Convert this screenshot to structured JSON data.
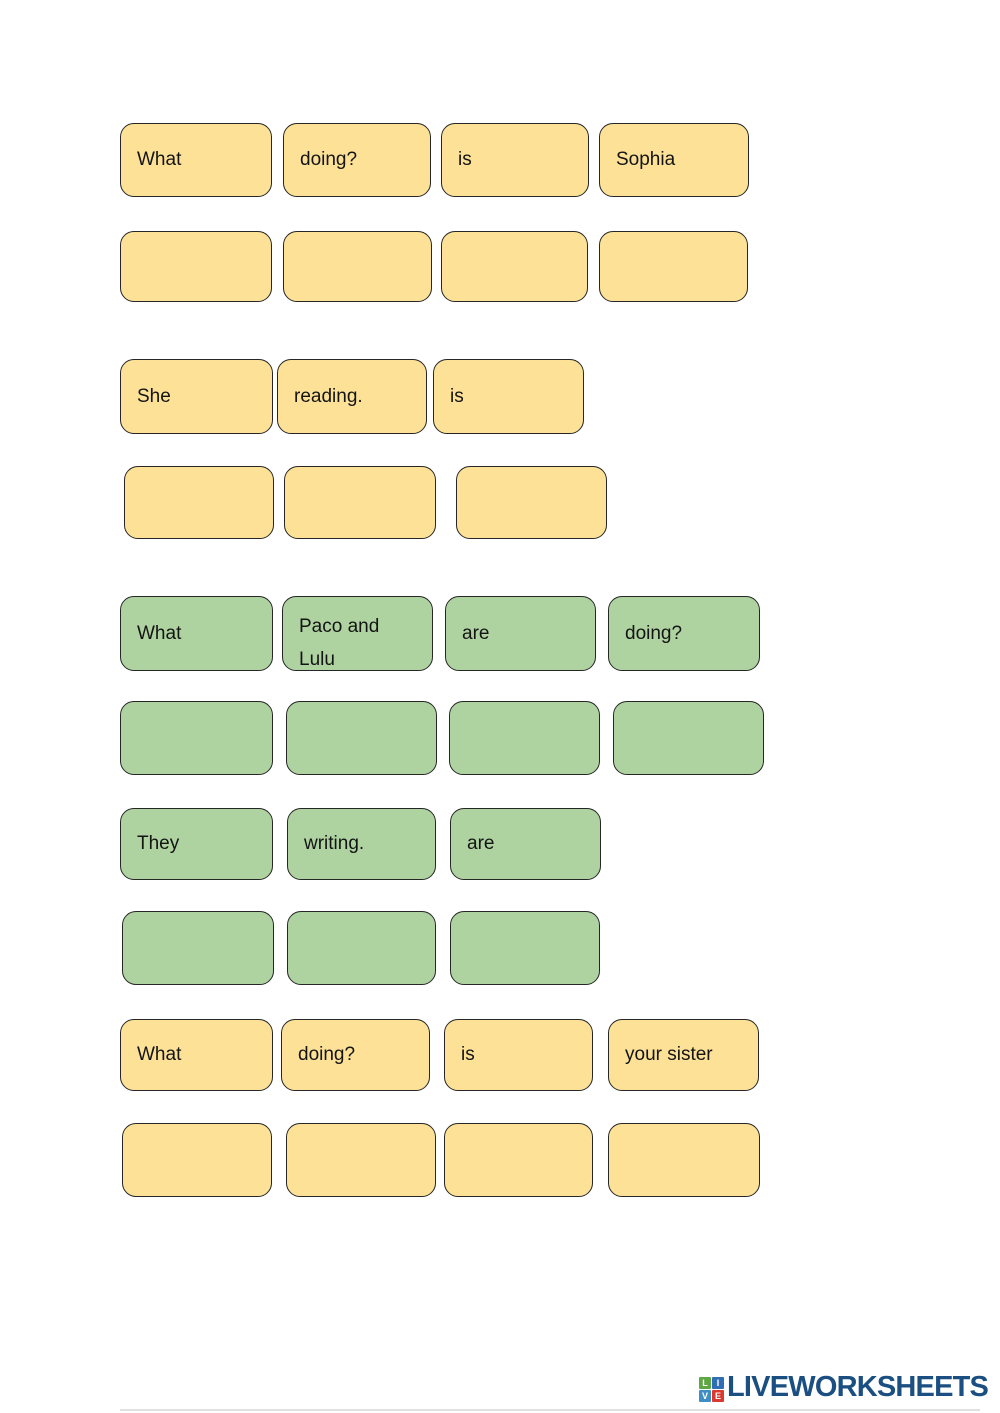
{
  "exercises": [
    {
      "id": 1,
      "color": "yellow",
      "words": [
        "What",
        "doing?",
        "is",
        "Sophia"
      ],
      "answer_slots": 4
    },
    {
      "id": 2,
      "color": "yellow",
      "words": [
        "She",
        "reading.",
        "is"
      ],
      "answer_slots": 3
    },
    {
      "id": 3,
      "color": "green",
      "words": [
        "What",
        "Paco and Lulu",
        "are",
        "doing?"
      ],
      "answer_slots": 4
    },
    {
      "id": 4,
      "color": "green",
      "words": [
        "They",
        "writing.",
        "are"
      ],
      "answer_slots": 3
    },
    {
      "id": 5,
      "color": "yellow",
      "words": [
        "What",
        "doing?",
        "is",
        "your sister"
      ],
      "answer_slots": 4
    }
  ],
  "colors": {
    "yellow_card_fill": "#fce197",
    "green_card_fill": "#aed3a0",
    "card_border": "#262626",
    "brand_navy": "#1b4f82",
    "logo_green": "#5ea743",
    "logo_blue": "#2f6eb5",
    "logo_light_blue": "#3f8fc5",
    "logo_red": "#d9392f"
  },
  "footer": {
    "brand": "LIVEWORKSHEETS",
    "logo_letters": {
      "l": "L",
      "i": "I",
      "v": "V",
      "e": "E"
    }
  }
}
